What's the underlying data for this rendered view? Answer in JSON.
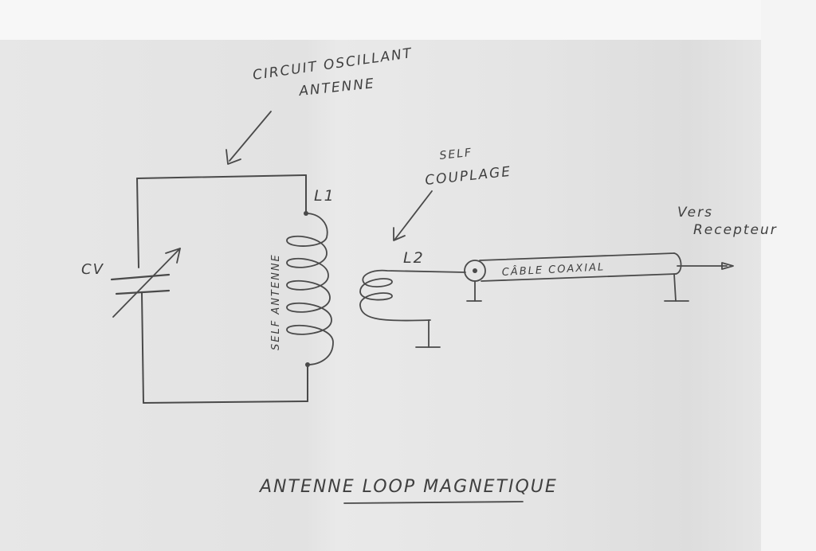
{
  "diagram": {
    "annotation_oscillating_circuit": [
      "CIRCUIT OSCILLANT",
      "ANTENNE"
    ],
    "annotation_coupling_coil": [
      "SELF",
      "COUPLAGE"
    ],
    "label_capacitor": "CV",
    "label_l1": "L1",
    "label_l2": "L2",
    "label_antenna_coil": "SELF ANTENNE",
    "label_coax": "CÂBLE COAXIAL",
    "annotation_receiver": [
      "Vers",
      "Recepteur"
    ],
    "title": "ANTENNE LOOP MAGNETIQUE",
    "colors": {
      "ink": "#4a4a4a",
      "paper": "#e4e4e4",
      "background": "#f6f6f6"
    }
  }
}
